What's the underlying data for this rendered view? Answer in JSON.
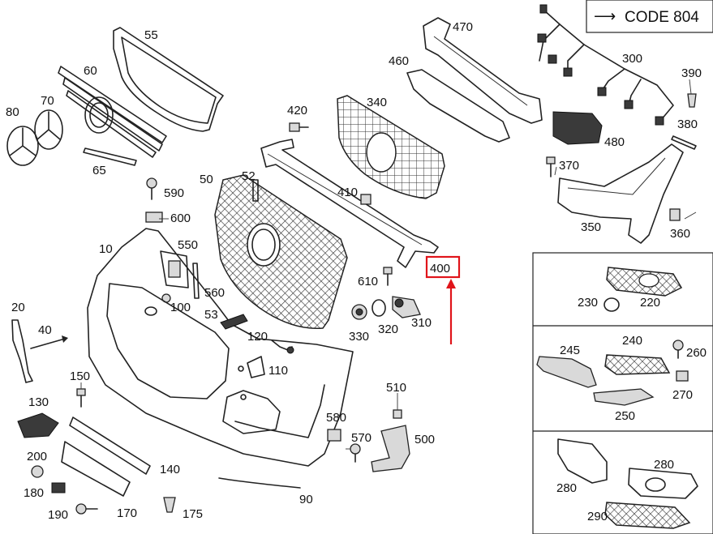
{
  "code_box": {
    "arrow": "⟶",
    "text": "CODE 804"
  },
  "highlight": {
    "label": "400",
    "color": "#e0141a"
  },
  "labels": {
    "l10": "10",
    "l20": "20",
    "l40": "40",
    "l50": "50",
    "l52": "52",
    "l53": "53",
    "l55": "55",
    "l60": "60",
    "l65": "65",
    "l70": "70",
    "l80": "80",
    "l90": "90",
    "l100": "100",
    "l110": "110",
    "l120": "120",
    "l130": "130",
    "l140": "140",
    "l150": "150",
    "l170": "170",
    "l175": "175",
    "l180": "180",
    "l190": "190",
    "l200": "200",
    "l220": "220",
    "l230": "230",
    "l240": "240",
    "l245": "245",
    "l250": "250",
    "l260": "260",
    "l270": "270",
    "l280a": "280",
    "l280b": "280",
    "l290": "290",
    "l300": "300",
    "l310": "310",
    "l320": "320",
    "l330": "330",
    "l340": "340",
    "l350": "350",
    "l360": "360",
    "l370": "370",
    "l380": "380",
    "l390": "390",
    "l410": "410",
    "l420": "420",
    "l460": "460",
    "l470": "470",
    "l480": "480",
    "l500": "500",
    "l510": "510",
    "l550": "550",
    "l560": "560",
    "l570": "570",
    "l580": "580",
    "l590": "590",
    "l600": "600",
    "l610": "610"
  }
}
